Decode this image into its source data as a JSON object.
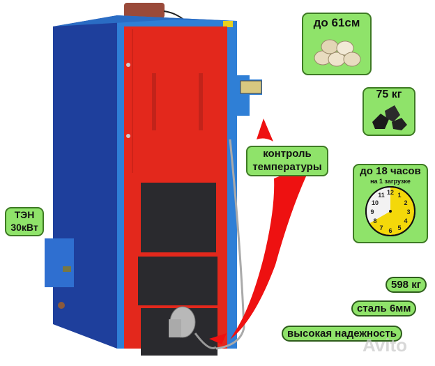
{
  "scene": {
    "subject": "solid fuel boiler",
    "colors": {
      "body_blue": "#1f4fa8",
      "frame_light_blue": "#2f86d8",
      "door_red": "#e3281c",
      "door_black": "#2a2a2e",
      "badge_green": "#8fe36a",
      "badge_border": "#3e7a24",
      "arrow_red": "#ee1111",
      "clock_yellow": "#f4d80a"
    }
  },
  "badges": {
    "firewood": {
      "label": "до 61см",
      "icon": "firewood-icon"
    },
    "coal": {
      "label": "75 кг",
      "icon": "coal-icon"
    },
    "temperature": {
      "line1": "контроль",
      "line2": "температуры"
    },
    "burn_time": {
      "title": "до 18 часов",
      "subtitle": "на 1 загрузке",
      "icon": "clock-icon",
      "clock_numbers": [
        "12",
        "1",
        "2",
        "3",
        "4",
        "5",
        "6",
        "7",
        "8",
        "9",
        "10",
        "11"
      ]
    },
    "heater": {
      "line1": "ТЭН",
      "line2": "30кВт"
    },
    "weight": {
      "label": "598 кг"
    },
    "steel": {
      "label": "сталь 6мм"
    },
    "reliability": {
      "label": "высокая надежность"
    }
  },
  "watermark": {
    "text": "Avito"
  }
}
